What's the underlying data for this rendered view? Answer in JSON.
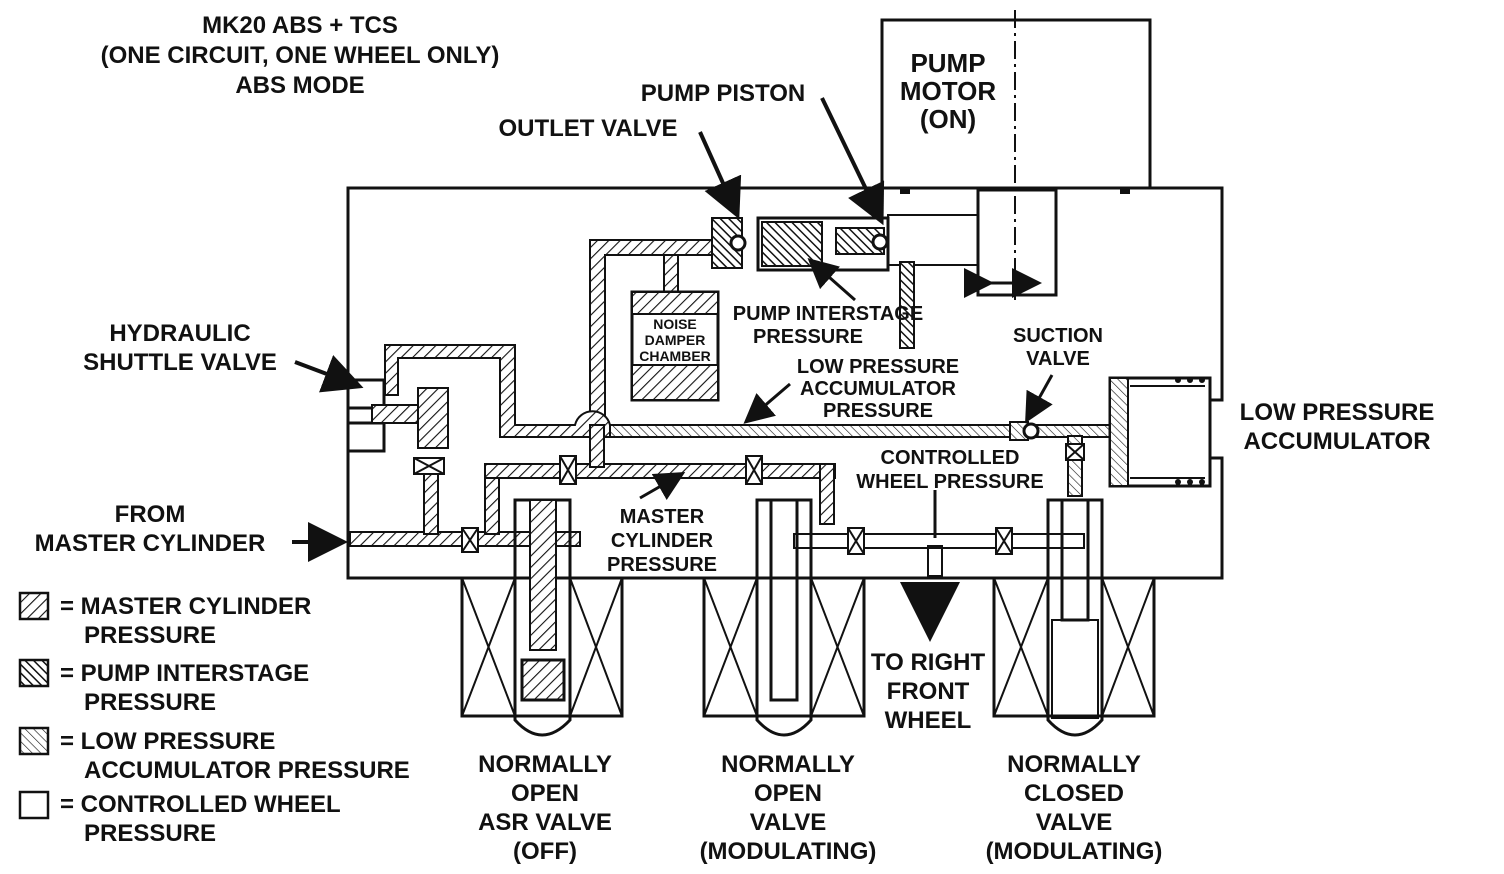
{
  "title": {
    "line1": "MK20 ABS + TCS",
    "line2": "(ONE CIRCUIT, ONE WHEEL ONLY)",
    "line3": "ABS MODE"
  },
  "labels": {
    "pump_motor": [
      "PUMP",
      "MOTOR",
      "(ON)"
    ],
    "pump_piston": "PUMP PISTON",
    "outlet_valve": "OUTLET VALVE",
    "pump_interstage": [
      "PUMP INTERSTAGE",
      "PRESSURE"
    ],
    "noise_damper": [
      "NOISE",
      "DAMPER",
      "CHAMBER"
    ],
    "hydraulic_shuttle": [
      "HYDRAULIC",
      "SHUTTLE VALVE"
    ],
    "low_pressure_acc_pressure": [
      "LOW PRESSURE",
      "ACCUMULATOR",
      "PRESSURE"
    ],
    "suction_valve": [
      "SUCTION",
      "VALVE"
    ],
    "low_pressure_accumulator": [
      "LOW PRESSURE",
      "ACCUMULATOR"
    ],
    "controlled_wheel_pressure": [
      "CONTROLLED",
      "WHEEL PRESSURE"
    ],
    "master_cylinder_pressure": [
      "MASTER",
      "CYLINDER",
      "PRESSURE"
    ],
    "from_master": [
      "FROM",
      "MASTER CYLINDER"
    ],
    "to_right_front": [
      "TO RIGHT",
      "FRONT",
      "WHEEL"
    ],
    "valve_asr": [
      "NORMALLY",
      "OPEN",
      "ASR VALVE",
      "(OFF)"
    ],
    "valve_open": [
      "NORMALLY",
      "OPEN",
      "VALVE",
      "(MODULATING)"
    ],
    "valve_closed": [
      "NORMALLY",
      "CLOSED",
      "VALVE",
      "(MODULATING)"
    ]
  },
  "legend": [
    {
      "symbol": "wide-hatch",
      "lines": [
        "= MASTER CYLINDER",
        "PRESSURE"
      ]
    },
    {
      "symbol": "dense-hatch",
      "lines": [
        "= PUMP INTERSTAGE",
        "PRESSURE"
      ]
    },
    {
      "symbol": "fine-hatch",
      "lines": [
        "= LOW PRESSURE",
        "ACCUMULATOR PRESSURE"
      ]
    },
    {
      "symbol": "blank",
      "lines": [
        "= CONTROLLED WHEEL",
        "PRESSURE"
      ]
    }
  ]
}
